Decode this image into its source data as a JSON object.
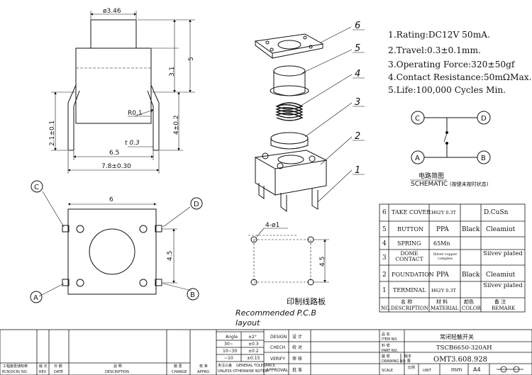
{
  "specs": [
    "1.Rating:DC12V 50mA.",
    "2.Travel:0.3±0.1mm.",
    "3.Operating Force:320±50gf",
    "4.Contact Resistance:50mΩMax.",
    "5.Life:100,000 Cycles Min."
  ],
  "schematic": {
    "terminals": [
      "C",
      "D",
      "A",
      "B"
    ],
    "title_cn": "电路简图",
    "title_en": "SCHEMATIC",
    "note_cn": "(按键未按时状态)"
  },
  "dimensions": {
    "top_diameter": "ø3.46",
    "height_5": "5",
    "height_3_1": "3.1",
    "height_4": "4±0.2",
    "lead_2_1": "2.1±0.1",
    "radius": "R0.1",
    "thickness": "t 0.3",
    "pitch_6_5": "6.5",
    "width_7_8": "7.8±0.30",
    "plan_width": "6",
    "plan_height": "4.5",
    "pcb_holes": "4-ø1",
    "pcb_height": "4.5"
  },
  "terminal_labels": {
    "c": "C",
    "d": "D",
    "a": "A",
    "b": "B"
  },
  "part_numbers": [
    "1",
    "2",
    "3",
    "4",
    "5",
    "6"
  ],
  "pcb_caption": {
    "cn": "印制线路板",
    "en_line1": "Recommended P.C.B",
    "en_line2": "layout"
  },
  "bom": {
    "rows": [
      {
        "no": "6",
        "desc": "TAKE COVER",
        "material": "H62Y 0.3T",
        "color": "",
        "remark": "D.CuSn"
      },
      {
        "no": "5",
        "desc": "BUTTON",
        "material": "PPA",
        "color": "Black",
        "remark": "Cleamiut"
      },
      {
        "no": "4",
        "desc": "SPRING",
        "material": "65Mn",
        "color": "",
        "remark": ""
      },
      {
        "no": "3",
        "desc": "DOME CONTACT",
        "material": "Silver-copper complex",
        "color": "",
        "remark": "Silvev plated"
      },
      {
        "no": "2",
        "desc": "FOUNDATION",
        "material": "PPA",
        "color": "Black",
        "remark": "Cleamiut"
      },
      {
        "no": "1",
        "desc": "TERMINAL",
        "material": "H62Y 0.3T",
        "color": "",
        "remark": "Silvev plated"
      }
    ],
    "header": {
      "no": "NO.",
      "desc_cn": "名  称",
      "desc_en": "DESCRIPTION",
      "mat_cn": "材  料",
      "mat_en": "MATERIAL",
      "color_cn": "颜色",
      "color_en": "COLOR",
      "remark_cn": "备  注",
      "remark_en": "REMARK"
    }
  },
  "title_block": {
    "tolerance": {
      "angle_label": "Angle",
      "angle_val": "±2°",
      "rows": [
        {
          "range": "30~",
          "tol": "±0.3"
        },
        {
          "range": "10~30",
          "tol": "±0.2"
        },
        {
          "range": "~10",
          "tol": "±0.15"
        }
      ],
      "general_cn": "未注公差",
      "general_en1": "GENERAL TOLERANCE",
      "general_en2": "UNLESS OTHERWISE NOTED"
    },
    "roles": [
      {
        "en": "DESIGN",
        "cn": "设 计"
      },
      {
        "en": "CHECH",
        "cn": "校 对"
      },
      {
        "en": "VERIFY",
        "cn": "审 核"
      },
      {
        "en": "APPROVAL",
        "cn": "批 准"
      }
    ],
    "name_cn_label": "品  名",
    "item_no_label": "ITEM NO.",
    "product_name": "常闭轻触开关",
    "material_cn_label": "料  號",
    "part_no_label": "PART NO.",
    "part_no": "TSCB6650-320AH",
    "drawing_no_cn_label": "圖  號",
    "drawing_no_label": "DRAWING NO.",
    "version_label": "版本",
    "version": "B",
    "drawing_no": "OMT3.608.928",
    "scale_label": "SCALE",
    "scale_cn": "比例",
    "unit_label": "UNIT",
    "unit": "mm",
    "size": "A4",
    "revision_headers": [
      {
        "cn": "工程變更通知單",
        "en": "ECN(DCN) NO."
      },
      {
        "cn": "版 次",
        "en": "REV"
      },
      {
        "cn": "日 期",
        "en": "DATE"
      },
      {
        "cn": "說 明",
        "en": "DESCRIPTION"
      },
      {
        "cn": "變 更",
        "en": "CHANGE"
      },
      {
        "cn": "核 准",
        "en": "APPRO."
      }
    ]
  }
}
